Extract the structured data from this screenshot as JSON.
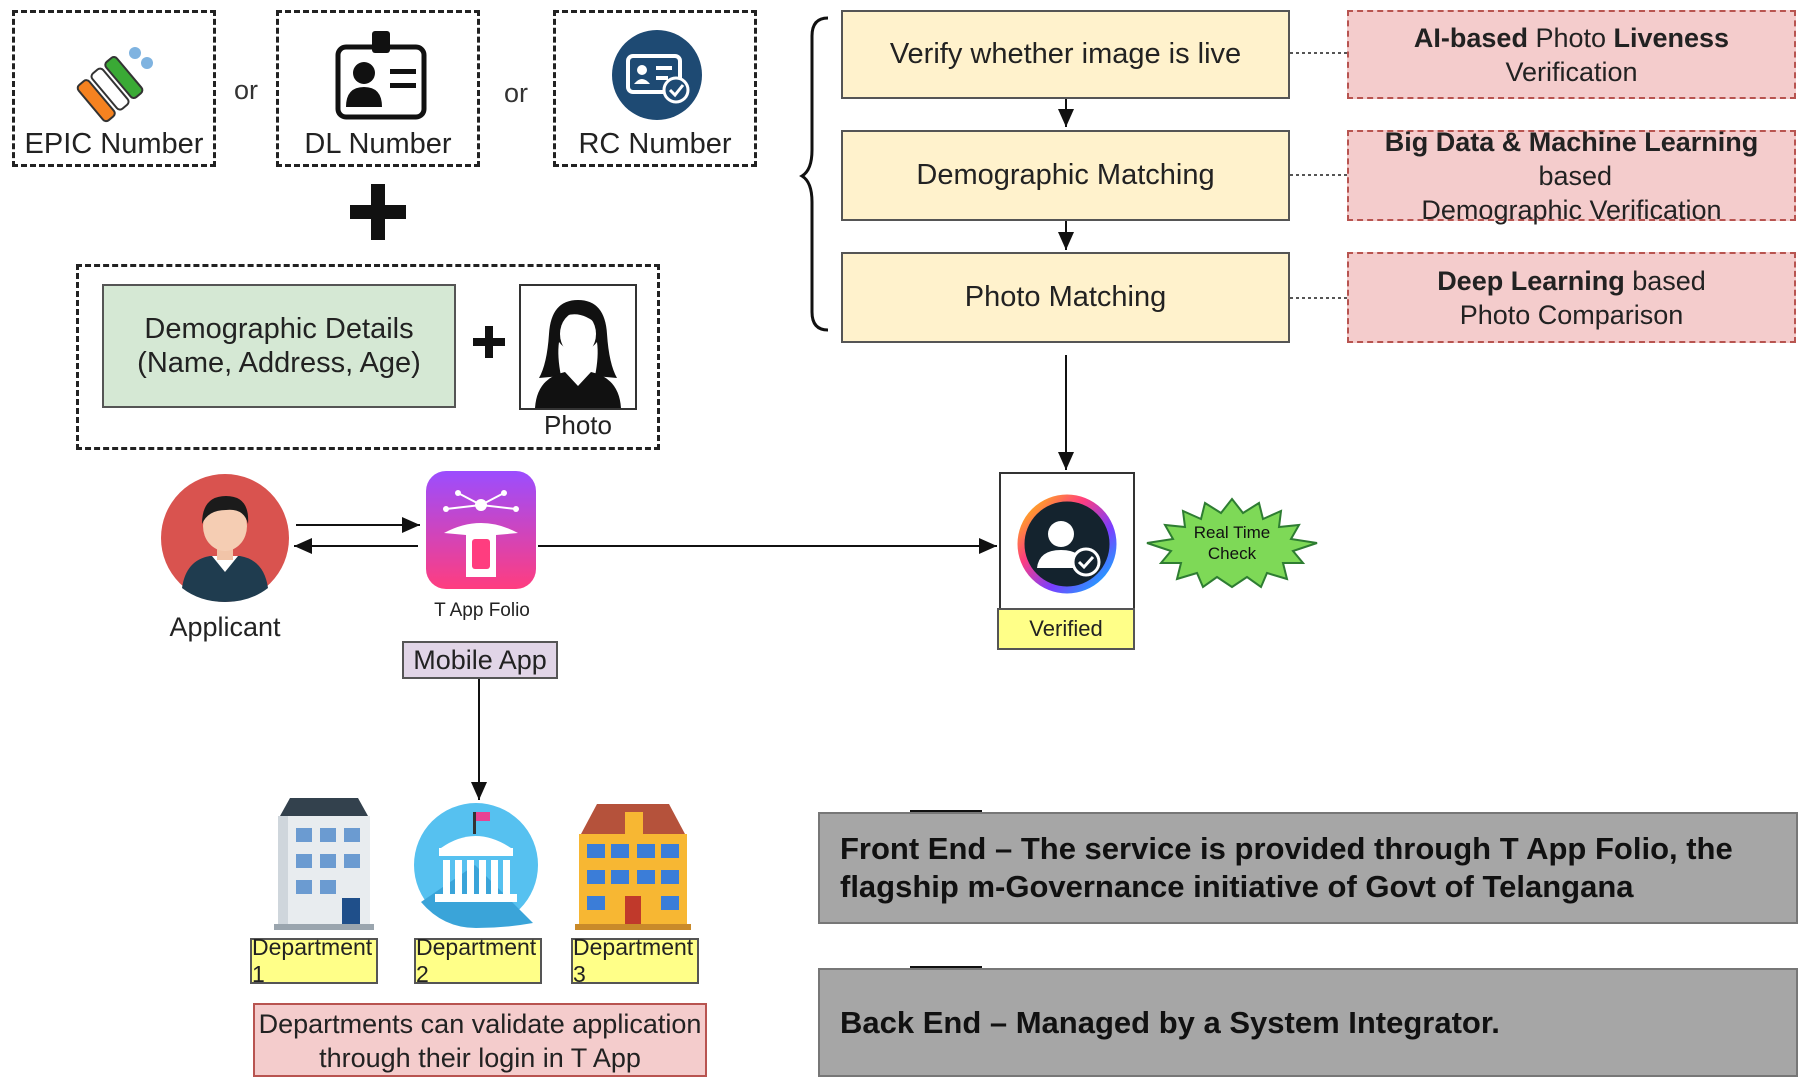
{
  "id_options": {
    "epic": "EPIC Number",
    "dl": "DL Number",
    "rc": "RC Number",
    "or_1": "or",
    "or_2": "or"
  },
  "inputs": {
    "demographic_line1": "Demographic Details",
    "demographic_line2": "(Name, Address, Age)",
    "photo_label": "Photo"
  },
  "steps": [
    {
      "label": "Verify whether image is live"
    },
    {
      "label": "Demographic Matching"
    },
    {
      "label": "Photo Matching"
    }
  ],
  "tech": [
    {
      "bold1": "AI-based",
      "plain1": " Photo ",
      "bold2": "Liveness",
      "plain2": " Verification"
    },
    {
      "bold1": "Big Data & Machine Learning",
      "plain1": " based",
      "line2": "Demographic Verification"
    },
    {
      "bold1": "Deep Learning",
      "plain1": " based",
      "line2": "Photo Comparison"
    }
  ],
  "actors": {
    "applicant": "Applicant",
    "app_name": "T App Folio",
    "mobile_app": "Mobile App",
    "verified": "Verified",
    "realtime_line1": "Real Time",
    "realtime_line2": "Check"
  },
  "departments": [
    "Department 1",
    "Department 2",
    "Department 3"
  ],
  "dept_note_line1": "Departments can validate application",
  "dept_note_line2": "through their login in T App",
  "front_end": "Front End – The service is provided through T App Folio, the flagship m-Governance initiative of Govt of Telangana",
  "back_end": "Back End – Managed by a System Integrator.",
  "colors": {
    "step_fill": "#fff2cc",
    "tech_fill": "#f4cccc",
    "demographic_fill": "#d5e8d4",
    "dept_label_fill": "#ffff88",
    "mobile_app_fill": "#e1d5e7",
    "info_box_fill": "#a6a6a6",
    "starburst_fill": "#7ed957",
    "applicant_circle": "#d9534f",
    "app_icon_gradient": [
      "#9b4dff",
      "#ff3d7f"
    ]
  }
}
